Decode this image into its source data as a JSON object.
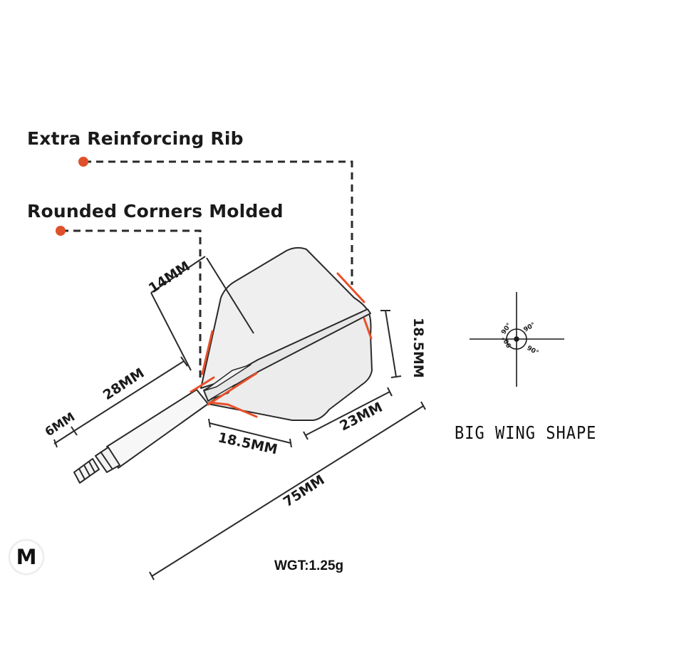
{
  "callouts": {
    "rib": "Extra Reinforcing Rib",
    "corners": "Rounded Corners Molded"
  },
  "dimensions": {
    "wing_span": "14MM",
    "shaft": "28MM",
    "tip": "6MM",
    "flight_height": "18.5MM",
    "flight_base": "18.5MM",
    "flight_length": "23MM",
    "total": "75MM"
  },
  "angles": {
    "top_left": "90°",
    "top_right": "90°",
    "bottom_left": "90°",
    "bottom_right": "90°"
  },
  "shape_label": "BIG WING SHAPE",
  "weight": "WGT:1.25g",
  "size_badge": "M",
  "colors": {
    "accent": "#e8502a",
    "callout_dot": "#e0502a",
    "outline": "#2a2a2a",
    "flight_fill": "#efefef"
  }
}
